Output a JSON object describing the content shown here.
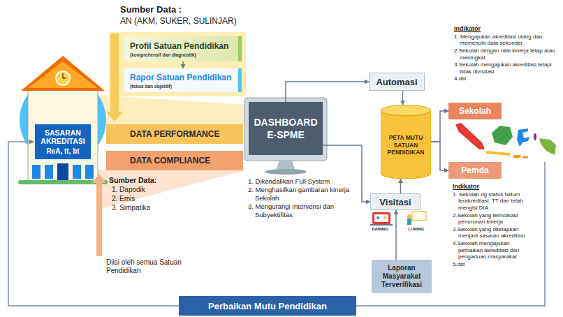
{
  "diagram": {
    "nodes": [
      {
        "text": [
          "Profil Satuan Pendidikan",
          "(komprehensif dan diagnostik)"
        ]
      },
      {
        "text": [
          "Rapor Satuan Pendidikan",
          "(fokus dan objektif)"
        ]
      },
      {
        "text": [
          "SASARAN AKREDITASI",
          "ReA, tt, bt"
        ]
      },
      {
        "text": [
          "DATA PERFORMANCE"
        ]
      },
      {
        "text": [
          "DATA COMPLIANCE"
        ]
      },
      {
        "text": [
          "DASHBOARD E-SPME"
        ]
      },
      {
        "text": [
          "Automasi"
        ]
      },
      {
        "text": [
          "PETA MUTU SATUAN PENDIDIKAN"
        ]
      },
      {
        "text": [
          "Sekolah"
        ]
      },
      {
        "text": [
          "Pemda"
        ]
      },
      {
        "text": [
          "Visitasi"
        ]
      },
      {
        "text": [
          "Laporan Masyarakat Terverifikasi"
        ]
      },
      {
        "text": [
          "Perbaikan Mutu Pendidikan"
        ]
      }
    ],
    "edges": [
      {
        "from": 0,
        "to": 1,
        "arrow": "to"
      },
      {
        "from": 5,
        "to": 6,
        "arrow": "to"
      },
      {
        "from": 5,
        "to": 10,
        "arrow": "to"
      },
      {
        "from": 6,
        "to": 7,
        "arrow": "to"
      },
      {
        "from": 10,
        "to": 7,
        "arrow": "to"
      },
      {
        "from": 7,
        "to": 8,
        "arrow": "to"
      },
      {
        "from": 7,
        "to": 9,
        "arrow": "to"
      },
      {
        "from": 11,
        "to": 10,
        "arrow": "to"
      },
      {
        "from": 12,
        "to": 2,
        "arrow": "to"
      }
    ],
    "labels": [
      "Sumber Data :",
      "AN (AKM, SUKER, SULINJAR)",
      "Sumber Data:",
      "1. Dapodik",
      "2. Emis",
      "3. Simpatika",
      "Diisi oleh semua Satuan Pendidikan",
      "1. Dikendalikan Full System",
      "2. Menghasilkan gambaran kinerja Sekolah",
      "3. Mengurangi Intervensi dan Subyektifitas",
      "Indikator",
      "1. Mengajukan akreditasi ulang dan memenuhi data sekunder",
      "2.Sekolah dengan nilai kinerja tetap atau meningkat",
      "3.Sekolah mengajukan akreditasi tetapi tidak divisitasi",
      "4.dst",
      "DARING",
      "LURING",
      "Indikator",
      "1. Sekolah dg status belum terakreditasi, TT dan telah mengisi DIA",
      "2.Sekolah yang terindikasi penurunan kinerja",
      "3.Sekolah yang ditetapkan menjadi sasaran akreditasi",
      "4.Sekolah mengajukan perbaikan akreditasi dan pengaduan masyarakat",
      "5.dst"
    ]
  }
}
